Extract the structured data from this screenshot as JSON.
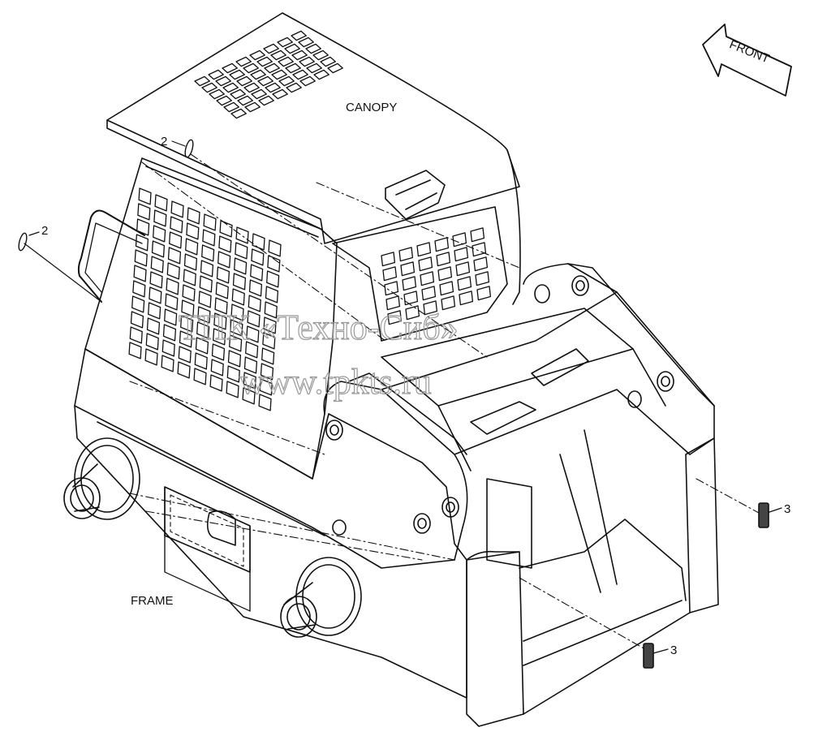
{
  "labels": {
    "canopy": "CANOPY",
    "frame": "FRAME",
    "front": "FRONT"
  },
  "callouts": [
    {
      "id": "2",
      "part": "pin"
    },
    {
      "id": "2",
      "part": "pin"
    },
    {
      "id": "3",
      "part": "reflector"
    },
    {
      "id": "3",
      "part": "reflector"
    }
  ],
  "watermark": {
    "line1": "ТПК «Техно-Сиб»",
    "line2": "www.tpkts.ru"
  },
  "colors": {
    "ink": "#111111",
    "watermark": "#9a9a9a",
    "background": "#ffffff"
  }
}
